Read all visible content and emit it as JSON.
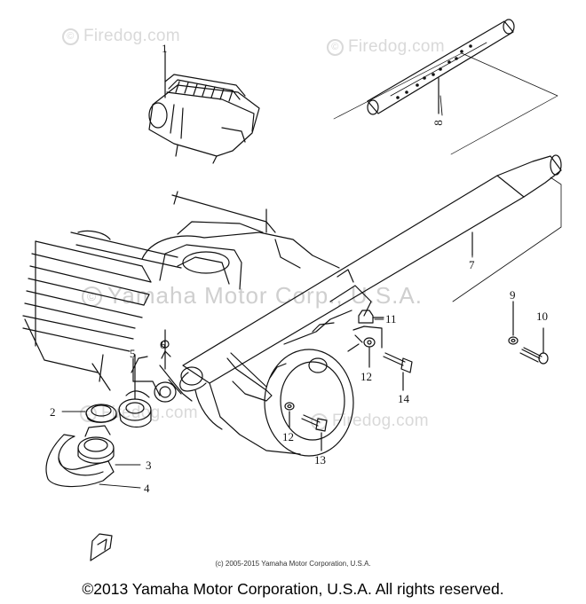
{
  "watermarks": {
    "top_left": "Firedog.com",
    "top_right": "Firedog.com",
    "mid_left": "Firedog.com",
    "mid_right": "Firedog.com",
    "center": "Yamaha Motor Corp., U.S.A.",
    "copyright_symbol": "©"
  },
  "callouts": {
    "c1": "1",
    "c2": "2",
    "c3": "3",
    "c4": "4",
    "c5": "5",
    "c6": "6",
    "c7": "7",
    "c8": "8",
    "c9": "9",
    "c10": "10",
    "c11": "11",
    "c12a": "12",
    "c12b": "12",
    "c13": "13",
    "c14": "14"
  },
  "footer": {
    "small_copyright": "(c) 2005-2015 Yamaha Motor Corporation, U.S.A.",
    "copyright": "©2013 Yamaha Motor Corporation, U.S.A. All rights reserved."
  },
  "colors": {
    "line": "#111111",
    "watermark": "#d9d9d9"
  }
}
